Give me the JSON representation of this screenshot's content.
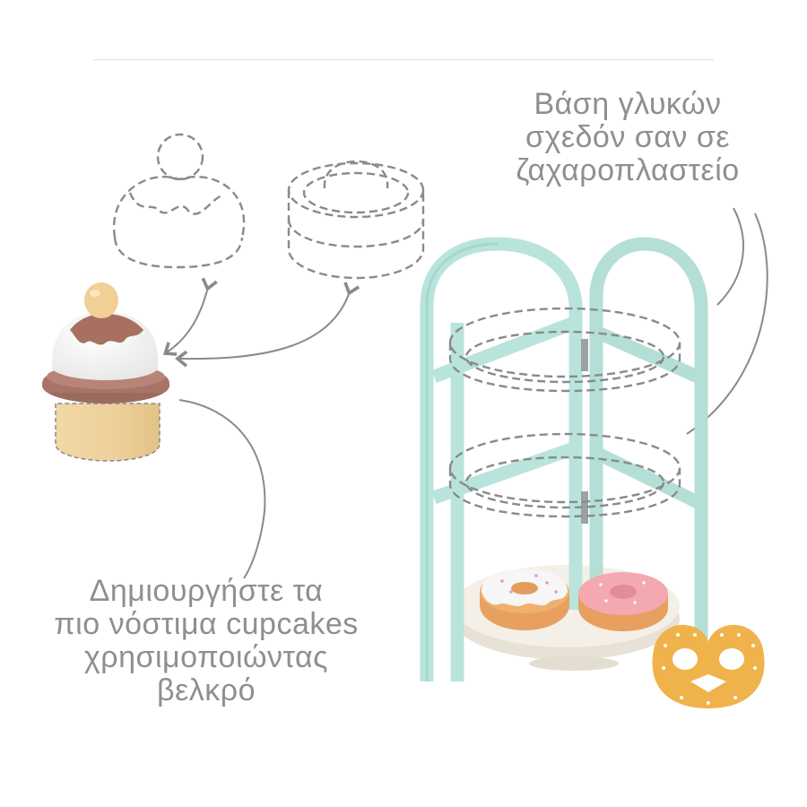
{
  "captions": {
    "stand": [
      "Βάση γλυκών",
      "σχεδόν σαν σε",
      "ζαχαροπλαστείο"
    ],
    "cupcake": [
      "Δημιουργήστε τα",
      "πιο νόστιμα cupcakes",
      "χρησιμοποιώντας",
      "βελκρό"
    ]
  },
  "colors": {
    "text": "#8f8f8f",
    "dashed_outline": "#8a8a8a",
    "stand_mint": "#b9e4dc",
    "cake_wood": "#f0d6a4",
    "frosting_white": "#f4f4f4",
    "frosting_brown": "#a8705e",
    "plate_white": "#f3efe7",
    "donut_orange": "#e8a060",
    "donut_pink": "#f4a9b2",
    "pretzel": "#f0b24a"
  },
  "icons": [
    "cupcake-outline-icon",
    "cake-layer-outline-icon",
    "cupcake-toy-icon",
    "cake-stand-icon",
    "donut-icon",
    "pretzel-icon"
  ]
}
